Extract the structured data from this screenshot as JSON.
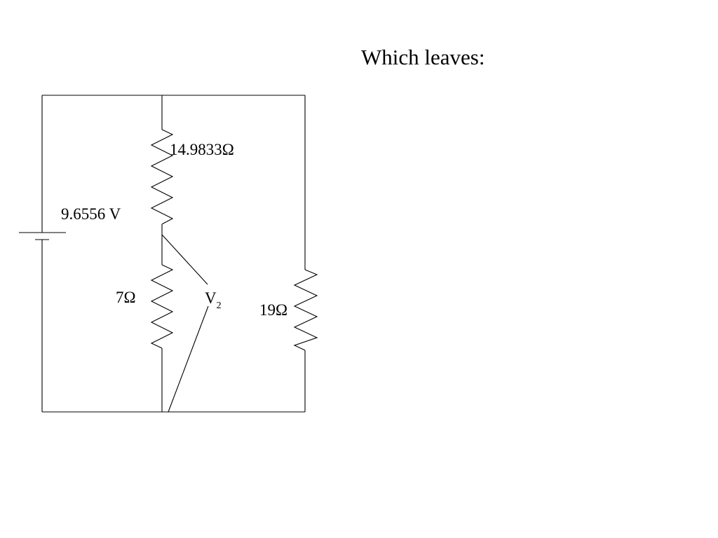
{
  "slide": {
    "heading": "Which leaves:"
  },
  "circuit": {
    "battery": {
      "label": "9.6556 V",
      "icon": "battery-cell"
    },
    "resistors": {
      "top": {
        "label": "14.9833Ω",
        "icon": "resistor-zigzag"
      },
      "bottom_left": {
        "label": "7Ω",
        "icon": "resistor-zigzag"
      },
      "right": {
        "label": "19Ω",
        "icon": "resistor-zigzag"
      }
    },
    "probe": {
      "symbol": "V",
      "subscript": "2"
    }
  }
}
